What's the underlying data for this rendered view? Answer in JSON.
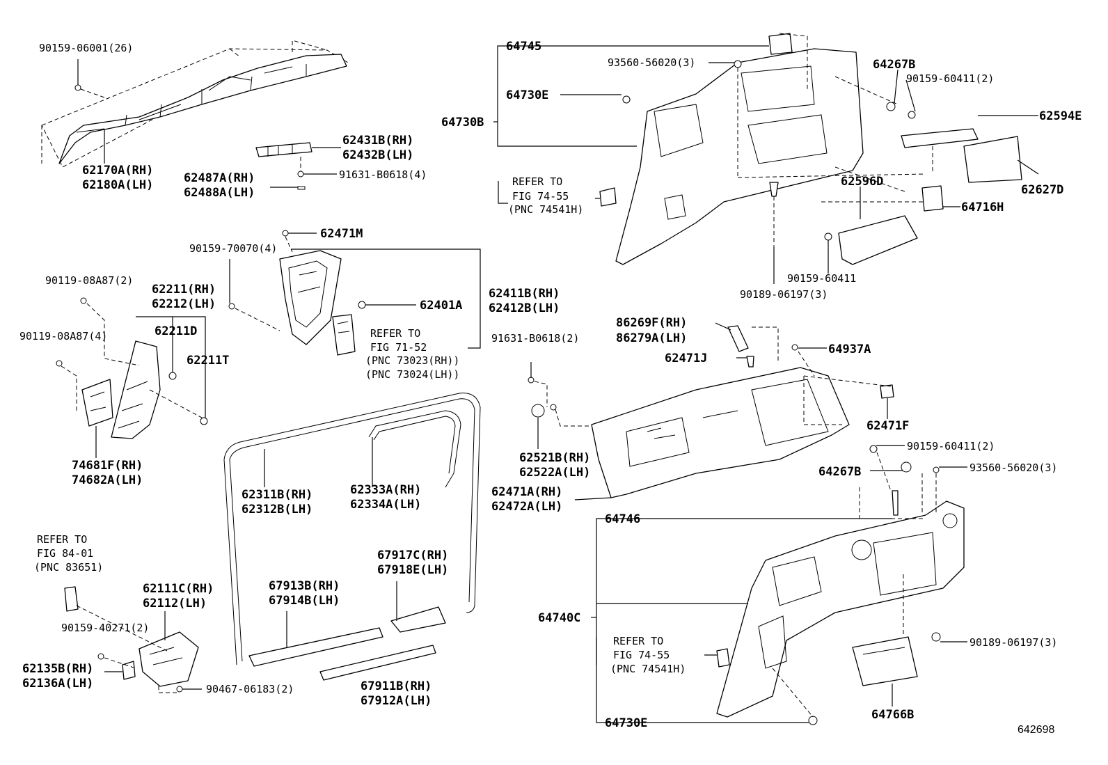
{
  "diagram": {
    "ref_number": "642698",
    "callouts": {
      "c001": "90159-06001(26)",
      "c002": "62170A(RH)",
      "c003": "62180A(LH)",
      "c004": "62431B(RH)",
      "c005": "62432B(LH)",
      "c006": "62487A(RH)",
      "c007": "62488A(LH)",
      "c008": "91631-B0618(4)",
      "c009": "62471M",
      "c010": "90159-70070(4)",
      "c011": "62401A",
      "c012": "62411B(RH)",
      "c013": "62412B(LH)",
      "c014": "REFER TO",
      "c015": "FIG 71-52",
      "c016": "(PNC 73023(RH))",
      "c017": "(PNC 73024(LH))",
      "c018": "90119-08A87(2)",
      "c019": "62211(RH)",
      "c020": "62212(LH)",
      "c021": "62211D",
      "c022": "62211T",
      "c023": "90119-08A87(4)",
      "c024": "74681F(RH)",
      "c025": "74682A(LH)",
      "c026": "62311B(RH)",
      "c027": "62312B(LH)",
      "c028": "62333A(RH)",
      "c029": "62334A(LH)",
      "c030": "REFER TO",
      "c031": "FIG 84-01",
      "c032": "(PNC 83651)",
      "c033": "62111C(RH)",
      "c034": "62112(LH)",
      "c035": "90159-40271(2)",
      "c036": "62135B(RH)",
      "c037": "62136A(LH)",
      "c038": "90467-06183(2)",
      "c039": "67913B(RH)",
      "c040": "67914B(LH)",
      "c041": "67917C(RH)",
      "c042": "67918E(LH)",
      "c043": "67911B(RH)",
      "c044": "67912A(LH)",
      "c045": "64745",
      "c046": "93560-56020(3)",
      "c047": "64730E",
      "c048": "64730B",
      "c049": "64267B",
      "c050": "90159-60411(2)",
      "c051": "62594E",
      "c052": "REFER TO",
      "c053": "FIG 74-55",
      "c054": "(PNC 74541H)",
      "c055": "62596D",
      "c056": "62627D",
      "c057": "64716H",
      "c058": "90159-60411",
      "c059": "90189-06197(3)",
      "c060": "86269F(RH)",
      "c061": "86279A(LH)",
      "c062": "64937A",
      "c063": "91631-B0618(2)",
      "c064": "62471J",
      "c065": "62471F",
      "c066": "62521B(RH)",
      "c067": "62522A(LH)",
      "c068": "90159-60411(2)",
      "c069": "64267B",
      "c070": "93560-56020(3)",
      "c071": "62471A(RH)",
      "c072": "62472A(LH)",
      "c073": "64746",
      "c074": "64740C",
      "c075": "REFER TO",
      "c076": "FIG 74-55",
      "c077": "(PNC 74541H)",
      "c078": "90189-06197(3)",
      "c079": "64730E",
      "c080": "64766B"
    }
  }
}
